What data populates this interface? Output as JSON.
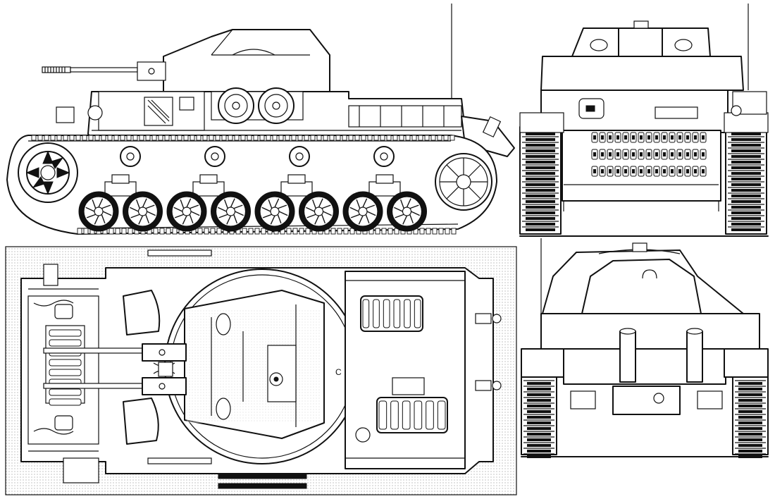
{
  "views": [
    {
      "id": "side-view",
      "label": ""
    },
    {
      "id": "front-view",
      "label": ""
    },
    {
      "id": "top-view",
      "label": ""
    },
    {
      "id": "rear-view",
      "label": ""
    }
  ],
  "counts": {
    "side_road_wheels": 8,
    "side_return_rollers": 4,
    "hull_spare_wheels": 2,
    "engine_deck_louvres": 6,
    "turret_gun_barrels": 2
  },
  "top_hatch_marking": "C"
}
